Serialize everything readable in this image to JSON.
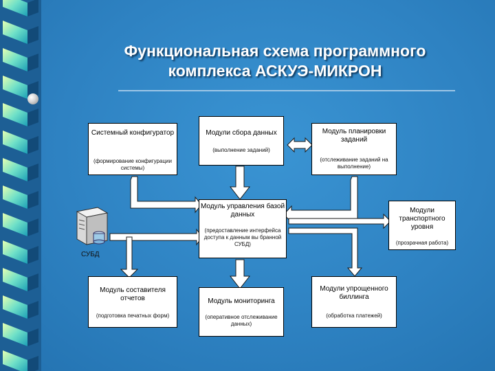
{
  "title": {
    "line1": "Функциональная схема программного",
    "line2": "комплекса АСКУЭ-МИКРОН"
  },
  "modules": {
    "configurator": {
      "name": "Системный конфигуратор",
      "note": "(формирование конфигурации системы)"
    },
    "collection": {
      "name": "Модули сбора данных",
      "note": "(выполнение заданий)"
    },
    "scheduling": {
      "name": "Модуль планировки заданий",
      "note": "(отслеживание заданий на выполнение)"
    },
    "database": {
      "name": "Модуль управления базой данных",
      "note": "(предоставление интерфейса доступа к данным вы бранной СУБД)"
    },
    "transport": {
      "name": "Модули транспортного уровня",
      "note": "(прозрачная работа)"
    },
    "reports": {
      "name": "Модуль составителя отчетов",
      "note": "(подготовка печатных форм)"
    },
    "monitoring": {
      "name": "Модуль мониторинга",
      "note": "(оперативное отслеживание данных)"
    },
    "billing": {
      "name": "Модули упрощенного биллинга",
      "note": "(обработка платежей)"
    }
  },
  "dbms_label": "СУБД",
  "colors": {
    "background": "#2f86c6",
    "arrow": "#ffffff",
    "arrow_outline": "#1a1a1a"
  }
}
